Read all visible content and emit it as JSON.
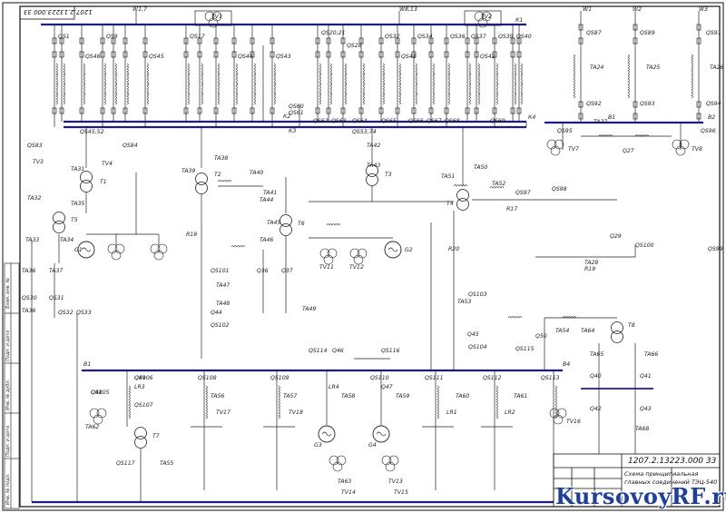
{
  "top_code_rotated": "1207.2.13223.000 33",
  "title_block": {
    "code": "1207.2.13223.000 33",
    "title": "Схема принципиальная",
    "subtitle": "главных соединений ТЭЦ-540"
  },
  "watermark": "KursovoyRF.ru",
  "buses": {
    "k1": "К1",
    "k2": "К2",
    "k3": "К3",
    "k4": "К4",
    "b1": "В1",
    "b2": "В2",
    "b1_low": "В1",
    "b4_low": "В4"
  },
  "lines": [
    "W1,7",
    "W8,13",
    "W1",
    "W2",
    "W3"
  ],
  "voltage_transformers_top": [
    "TV1",
    "TV2"
  ],
  "generators": [
    "G1",
    "G2",
    "G3",
    "G4"
  ],
  "transformers": [
    "T1",
    "T2",
    "T3",
    "T4",
    "T5",
    "T6",
    "T7",
    "T8"
  ],
  "top_switches": [
    "QS1",
    "QS9",
    "QS17",
    "QS20,21",
    "QS28",
    "QS32",
    "QS34",
    "QS36",
    "QS37",
    "QS39",
    "QS40",
    "QS41",
    "QS42",
    "QS43",
    "QS44",
    "QS45",
    "QS46"
  ],
  "mid_labels": [
    "QS45,52",
    "QS53,74",
    "QS60",
    "QS61",
    "QS62",
    "QS63",
    "QS64",
    "QS65",
    "QS66",
    "QS67",
    "QS68",
    "QS69"
  ],
  "left_labels": [
    "QS83",
    "QS84",
    "TV3",
    "TV4",
    "TA31",
    "TA32",
    "TA33",
    "TA34",
    "TA35",
    "TA36",
    "TA37",
    "QS30",
    "QS31",
    "QS32",
    "QS33",
    "TA36"
  ],
  "center_labels": [
    "TA38",
    "TA39",
    "R19",
    "QS101",
    "TA47",
    "Q44",
    "TA48",
    "QS102",
    "TA40",
    "TA41",
    "TA42",
    "TA43",
    "TA44",
    "TA45",
    "TA46",
    "TA49",
    "Q36",
    "Q37",
    "TV11",
    "TV12"
  ],
  "right_labels": [
    "TA50",
    "TA51",
    "TA52",
    "TA53",
    "TA54",
    "R20",
    "R17",
    "QS97",
    "QS98",
    "QS99",
    "QS100",
    "Q29",
    "TA28",
    "R19",
    "QS103",
    "Q45",
    "QS104",
    "QS115"
  ],
  "upper_right_labels": [
    "QS87",
    "QS89",
    "QS91",
    "TA24",
    "TA25",
    "TA26",
    "QS92",
    "QS93",
    "QS94",
    "QS95",
    "QS96",
    "TV7",
    "TV8",
    "TA27",
    "Q27"
  ],
  "lower_labels": [
    "QS105",
    "QS106",
    "QS107",
    "QS108",
    "QS109",
    "QS110",
    "QS111",
    "QS112",
    "QS113",
    "QS114",
    "QS116",
    "QS117",
    "TA55",
    "TA56",
    "TA57",
    "TA58",
    "TA59",
    "TA60",
    "TA61",
    "TA62",
    "TA63",
    "TV13",
    "TV14",
    "TV15",
    "TV16",
    "TV17",
    "TV18",
    "LR1",
    "LR2",
    "LR3",
    "LR4",
    "Q46",
    "Q47",
    "Q48",
    "Q49"
  ],
  "lower_right_labels": [
    "TA64",
    "TA65",
    "TA66",
    "TA68",
    "Q40",
    "Q41",
    "Q42",
    "Q43",
    "Q50"
  ],
  "side_stamp": [
    "Взам. инв. №",
    "Подп. и дата",
    "Инв. № дубл.",
    "Подп. и дата",
    "Инв. № подл."
  ]
}
